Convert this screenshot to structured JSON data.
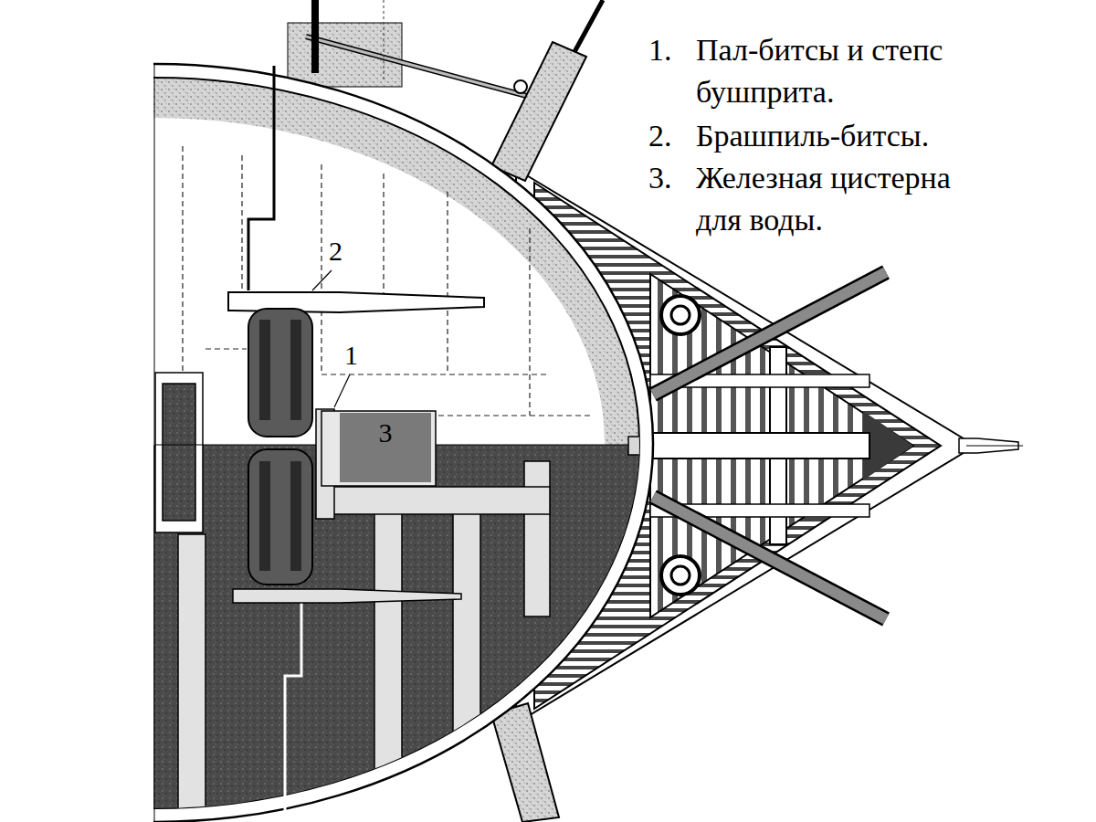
{
  "diagram": {
    "nodes": [
      {
        "text": [
          "3"
        ]
      }
    ],
    "labels": [
      "2",
      "1",
      "1.",
      "Пал-битсы и степс бушприта.",
      "2.",
      "Брашпиль-битсы.",
      "3.",
      "Железная цистерна для воды."
    ]
  }
}
